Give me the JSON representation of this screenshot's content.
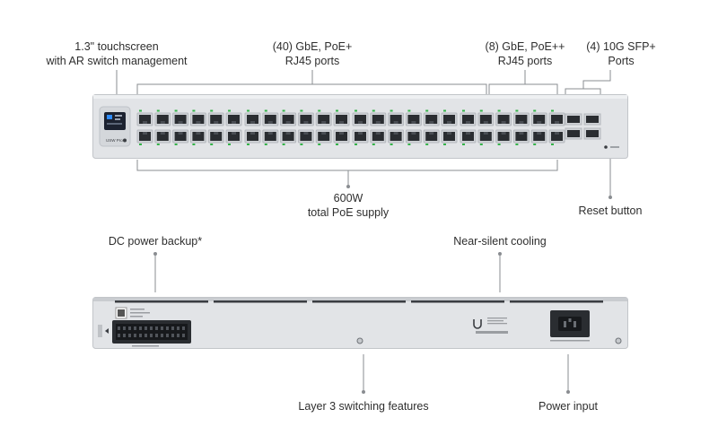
{
  "front_callouts": {
    "touchscreen": {
      "line1": "1.3\" touchscreen",
      "line2": "with AR switch management"
    },
    "gbe_poe_plus": {
      "line1": "(40) GbE, PoE+",
      "line2": "RJ45 ports"
    },
    "gbe_poe_plusplus": {
      "line1": "(8) GbE, PoE++",
      "line2": "RJ45 ports"
    },
    "sfp_plus": {
      "line1": "(4) 10G SFP+",
      "line2": "Ports"
    },
    "poe_supply": {
      "line1": "600W",
      "line2": "total PoE supply"
    },
    "reset": {
      "line1": "Reset button"
    }
  },
  "back_callouts": {
    "dc_backup": {
      "line1": "DC power backup*"
    },
    "cooling": {
      "line1": "Near-silent cooling"
    },
    "layer3": {
      "line1": "Layer 3 switching features"
    },
    "power_input": {
      "line1": "Power input"
    }
  },
  "device": {
    "screen_brand": "USW Pro",
    "port_count_total": 48,
    "sfp_count": 4
  },
  "colors": {
    "chassis": "#dfe1e4",
    "chassis_edge": "#c2c5c9",
    "port_dark": "#2a2d31",
    "led_green": "#35b34a",
    "screen": "#1c2230",
    "screen_accent": "#2f8cff",
    "leader": "#8a8d91"
  }
}
